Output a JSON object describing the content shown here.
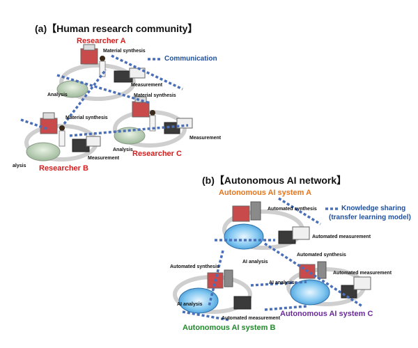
{
  "part_a": {
    "title": "(a)【Human research community】",
    "legend": "Communication",
    "researchers": [
      {
        "name": "Researcher A",
        "steps": [
          "Material synthesis",
          "Measurement",
          "Analysis"
        ]
      },
      {
        "name": "Researcher B",
        "steps": [
          "Material synthesis",
          "Measurement",
          "alysis"
        ]
      },
      {
        "name": "Researcher C",
        "steps": [
          "Material synthesis",
          "Measurement",
          "Analysis"
        ]
      }
    ]
  },
  "part_b": {
    "title": "(b)【Autonomous AI network】",
    "legend": [
      "Knowledge sharing",
      "(transfer learning model)"
    ],
    "systems": [
      {
        "name": "Autonomous AI system A",
        "steps": [
          "Automated synthesis",
          "Automated measurement",
          "AI analysis"
        ]
      },
      {
        "name": "Autonomous AI system B",
        "steps": [
          "Automated synthesis",
          "Automated measurement",
          "AI analysis"
        ]
      },
      {
        "name": "Autonomous AI system C",
        "steps": [
          "Automated synthesis",
          "Automated measurement",
          "AI analysis"
        ]
      }
    ]
  },
  "colors": {
    "researcher_label": "#d41c1c",
    "system_a": "#e8741c",
    "system_b": "#1f8a2a",
    "system_c": "#6a2a9c",
    "link": "#4a6fb8",
    "legend_text": "#1f4f9a"
  }
}
